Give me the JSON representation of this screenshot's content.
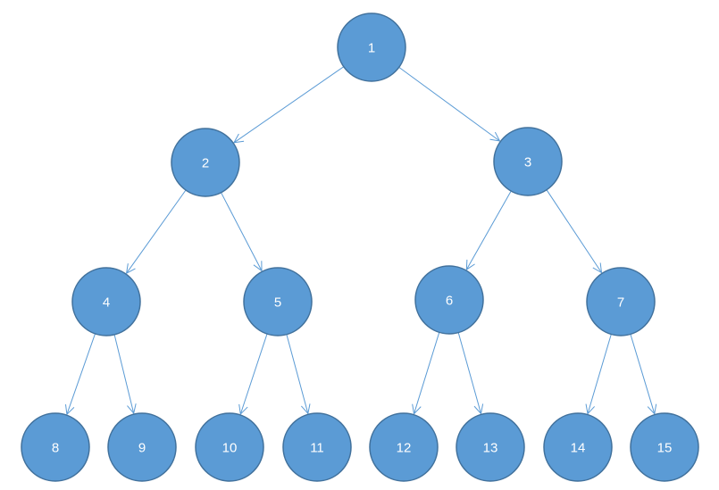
{
  "diagram": {
    "type": "binary-tree",
    "colors": {
      "node_fill": "#5b9bd5",
      "node_stroke": "#41719c",
      "edge": "#5b9bd5",
      "label": "#ffffff"
    },
    "nodes": [
      {
        "id": "n1",
        "label": "1"
      },
      {
        "id": "n2",
        "label": "2"
      },
      {
        "id": "n3",
        "label": "3"
      },
      {
        "id": "n4",
        "label": "4"
      },
      {
        "id": "n5",
        "label": "5"
      },
      {
        "id": "n6",
        "label": "6"
      },
      {
        "id": "n7",
        "label": "7"
      },
      {
        "id": "n8",
        "label": "8"
      },
      {
        "id": "n9",
        "label": "9"
      },
      {
        "id": "n10",
        "label": "10"
      },
      {
        "id": "n11",
        "label": "11"
      },
      {
        "id": "n12",
        "label": "12"
      },
      {
        "id": "n13",
        "label": "13"
      },
      {
        "id": "n14",
        "label": "14"
      },
      {
        "id": "n15",
        "label": "15"
      }
    ],
    "edges": [
      {
        "from": "n1",
        "to": "n2"
      },
      {
        "from": "n1",
        "to": "n3"
      },
      {
        "from": "n2",
        "to": "n4"
      },
      {
        "from": "n2",
        "to": "n5"
      },
      {
        "from": "n3",
        "to": "n6"
      },
      {
        "from": "n3",
        "to": "n7"
      },
      {
        "from": "n4",
        "to": "n8"
      },
      {
        "from": "n4",
        "to": "n9"
      },
      {
        "from": "n5",
        "to": "n10"
      },
      {
        "from": "n5",
        "to": "n11"
      },
      {
        "from": "n6",
        "to": "n12"
      },
      {
        "from": "n6",
        "to": "n13"
      },
      {
        "from": "n7",
        "to": "n14"
      },
      {
        "from": "n7",
        "to": "n15"
      }
    ]
  }
}
